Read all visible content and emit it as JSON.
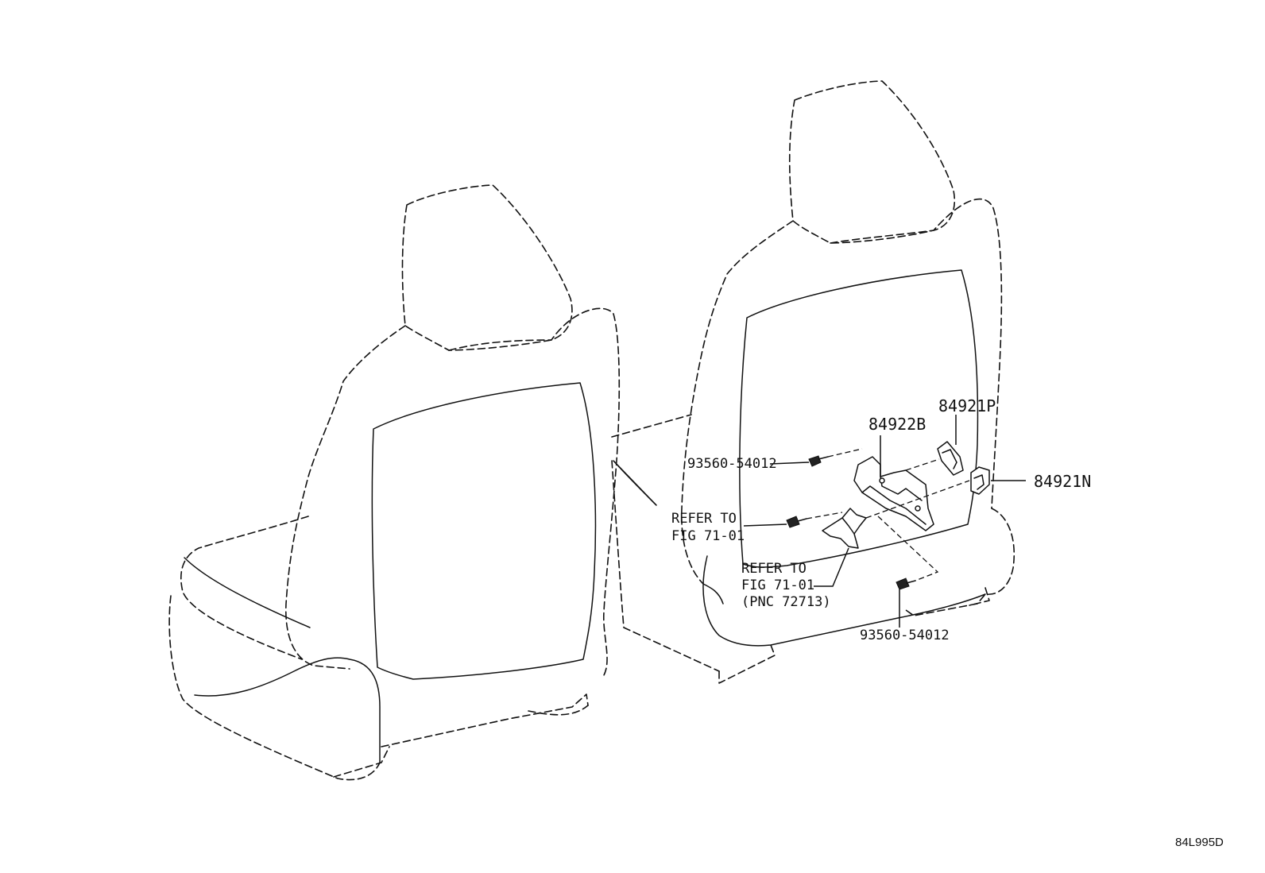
{
  "diagram": {
    "callouts": {
      "bracket": "84922B",
      "cover_upper": "84921P",
      "cover_lower": "84921N",
      "bolt_upper": "93560-54012",
      "bolt_lower": "93560-54012",
      "refer_1_line1": "REFER TO",
      "refer_1_line2": "FIG 71-01",
      "refer_2_line1": "REFER TO",
      "refer_2_line2": "FIG 71-01",
      "refer_2_line3": "(PNC 72713)"
    },
    "drawing_code": "84L995D",
    "line_color": "#111111",
    "background_color": "#ffffff"
  }
}
